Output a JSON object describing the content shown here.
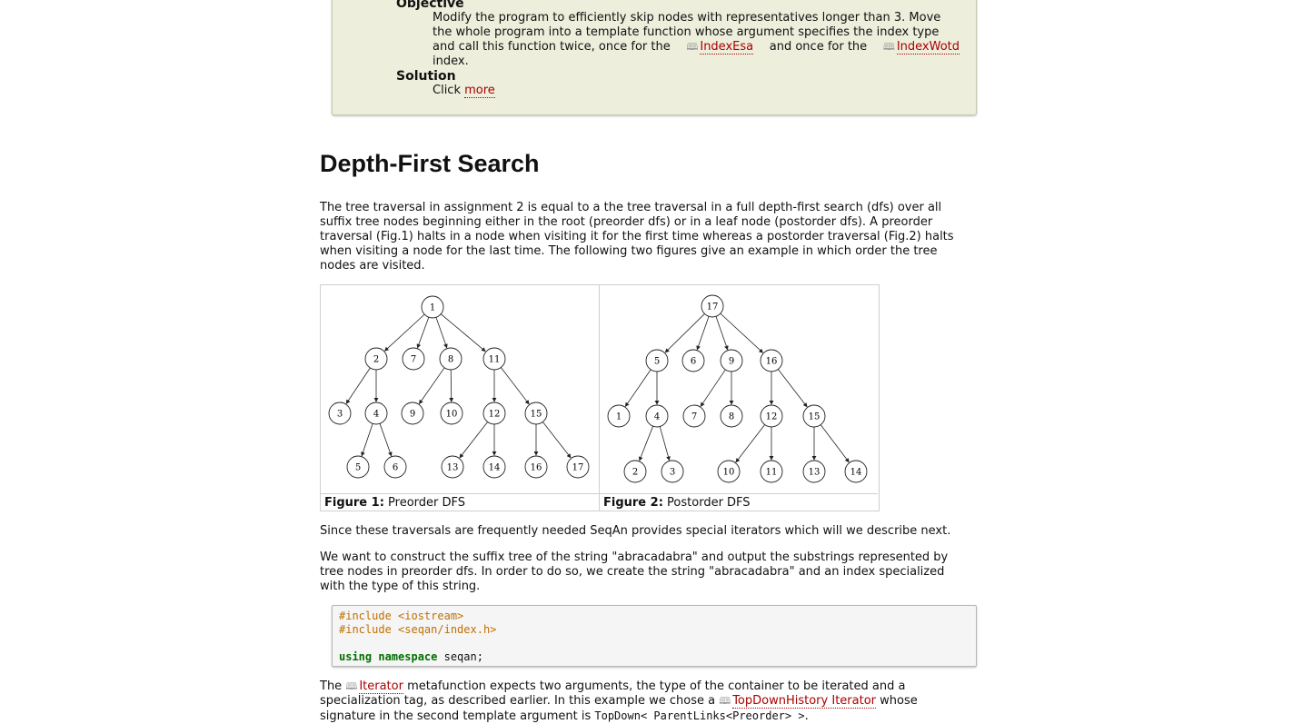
{
  "assignment": {
    "objective_label": "Objective",
    "objective_line1": "Modify the program to efficiently skip nodes with representatives longer than 3. Move",
    "objective_line2": "the whole program into a template function whose argument specifies the index type",
    "objective_line3a": "and call this function twice, once for the",
    "link_index_esa": "IndexEsa",
    "objective_line3b": "and once for the",
    "link_index_wotd": "IndexWotd",
    "objective_line4": "index.",
    "solution_label": "Solution",
    "solution_text": "Click",
    "solution_link": "more"
  },
  "section_title": "Depth-First Search",
  "intro_lines": [
    "The tree traversal in assignment 2 is equal to a the tree traversal in a full depth-first search (dfs) over all",
    "suffix tree nodes beginning either in the root (preorder dfs) or in a leaf node (postorder dfs). A preorder",
    "traversal (Fig.1) halts in a node when visiting it for the first time whereas a postorder traversal (Fig.2) halts",
    "when visiting a node for the last time. The following two figures give an example in which order the tree",
    "nodes are visited."
  ],
  "figure1": {
    "caption_label": "Figure 1:",
    "caption_text": "Preorder DFS",
    "nodes": [
      "1",
      "2",
      "7",
      "8",
      "11",
      "3",
      "4",
      "9",
      "10",
      "12",
      "15",
      "5",
      "6",
      "13",
      "14",
      "16",
      "17"
    ]
  },
  "figure2": {
    "caption_label": "Figure 2:",
    "caption_text": "Postorder DFS",
    "nodes": [
      "17",
      "5",
      "6",
      "9",
      "16",
      "1",
      "4",
      "7",
      "8",
      "12",
      "15",
      "2",
      "3",
      "10",
      "11",
      "13",
      "14"
    ]
  },
  "para_iterators": "Since these traversals are frequently needed SeqAn provides special iterators which will we describe next.",
  "para_construct_lines": [
    "We want to construct the suffix tree of the string \"abracadabra\" and output the substrings represented by",
    "tree nodes in preorder dfs. In order to do so, we create the string \"abracadabra\" and an index specialized",
    "with the type of this string."
  ],
  "code": {
    "line1": "#include <iostream>",
    "line2": "#include <seqan/index.h>",
    "line4_kw": "using namespace",
    "line4_rest": " seqan;"
  },
  "para_iterator_meta": {
    "t1": "The",
    "link_iterator": "Iterator",
    "t2": "metafunction expects two arguments, the type of the container to be iterated and a",
    "t3": "specialization tag, as described earlier. In this example we chose a",
    "link_topdown": "TopDownHistory Iterator",
    "t4": "whose",
    "t5": "signature in the second template argument is",
    "code_sig": "TopDown< ParentLinks<Preorder> >",
    "t6": "."
  },
  "colors": {
    "link": "#aa0000",
    "box_bg": "#eeeedc",
    "code_pp": "#c07000",
    "code_kw": "#007000"
  }
}
